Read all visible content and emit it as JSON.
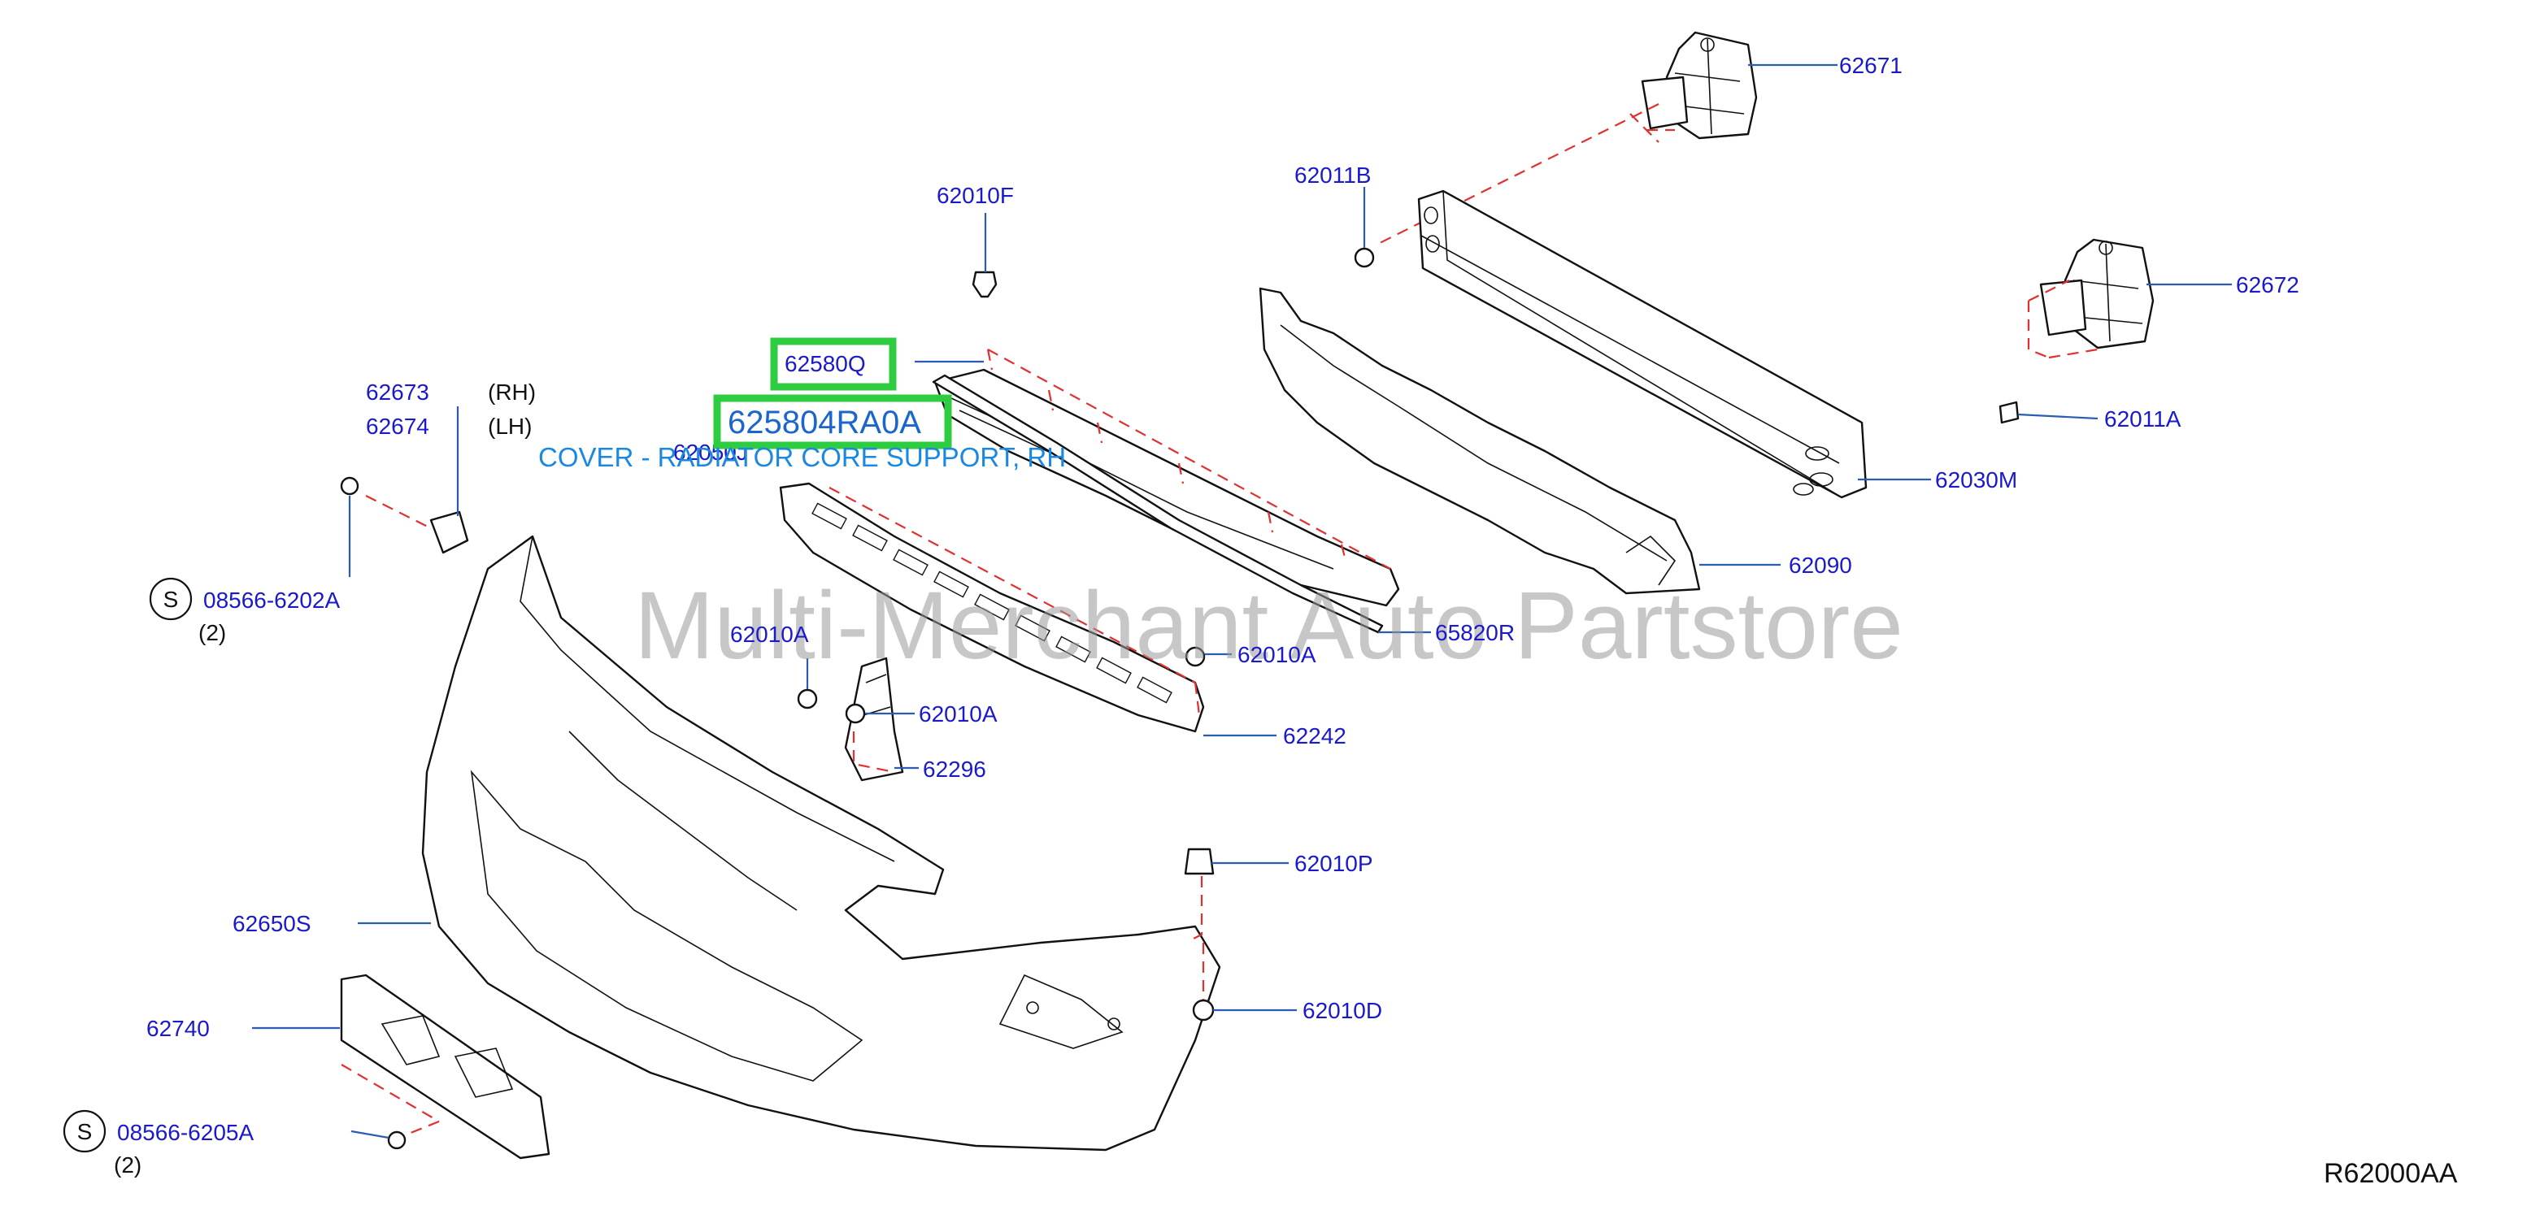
{
  "watermark": "Multi-Merchant Auto Partstore",
  "diagram_ref": "R62000AA",
  "highlight": {
    "part_number": "625804RA0A",
    "description": "COVER - RADIATOR CORE SUPPORT, RH"
  },
  "labels": {
    "p62671": "62671",
    "p62672": "62672",
    "p62011B": "62011B",
    "p62011A": "62011A",
    "p62010F": "62010F",
    "p62580Q": "62580Q",
    "p62030M": "62030M",
    "p62090": "62090",
    "p62673": "62673",
    "p62674": "62674",
    "rh": "(RH)",
    "lh": "(LH)",
    "p62050J": "62050J",
    "p08566_6202A": "08566-6202A",
    "qty_top": "(2)",
    "p65820R": "65820R",
    "p62010A_1": "62010A",
    "p62010A_2": "62010A",
    "p62010A_3": "62010A",
    "p62242": "62242",
    "p62296": "62296",
    "p62010P": "62010P",
    "p62650S": "62650S",
    "p62010D": "62010D",
    "p62740": "62740",
    "p08566_6205A": "08566-6205A",
    "qty_bottom": "(2)",
    "s_mark_1": "S",
    "s_mark_2": "S"
  },
  "colors": {
    "label_blue": "#1a1acc",
    "leader_blue": "#2a5db0",
    "dash_red": "#e03030",
    "highlight_green": "#2ecc40",
    "highlight_text": "#1a66cc",
    "description_text": "#1a88e0"
  }
}
